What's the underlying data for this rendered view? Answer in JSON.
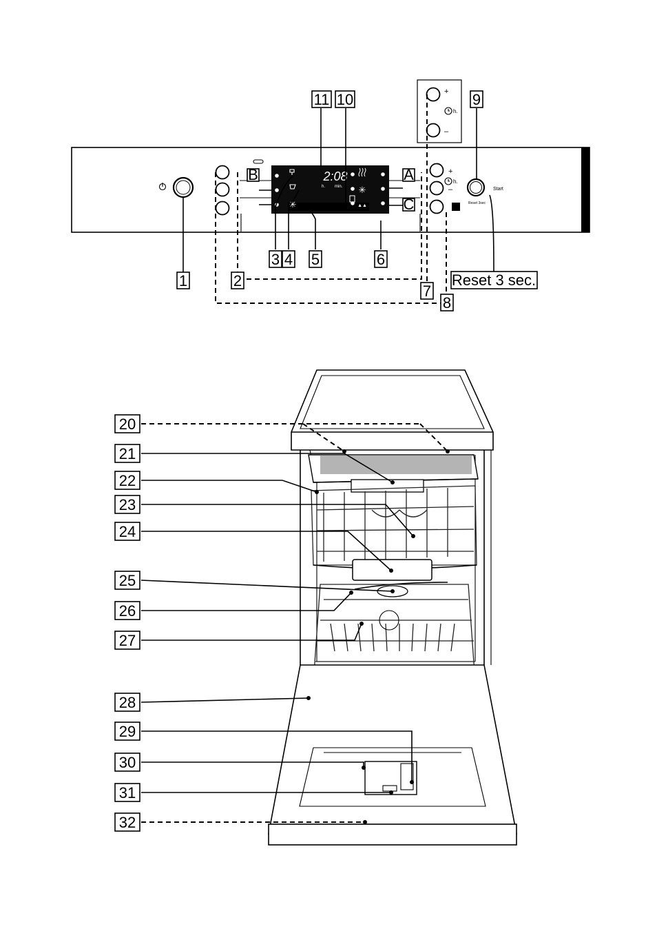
{
  "panel": {
    "callouts_top": [
      "11",
      "10",
      "9"
    ],
    "callouts_bottom": [
      "1",
      "2",
      "3",
      "4",
      "5",
      "6",
      "7",
      "8"
    ],
    "program_letters": [
      "B",
      "A",
      "C"
    ],
    "display_time": "2:08",
    "display_h": "h.",
    "display_min": "min.",
    "timer_plus": "+",
    "timer_minus": "–",
    "timer_h": "h.",
    "start_label": "Start",
    "reset_small": "Reset 3sec",
    "reset_callout": "Reset 3 sec."
  },
  "dishwasher": {
    "callouts": [
      "20",
      "21",
      "22",
      "23",
      "24",
      "25",
      "26",
      "27",
      "28",
      "29",
      "30",
      "31",
      "32"
    ]
  }
}
